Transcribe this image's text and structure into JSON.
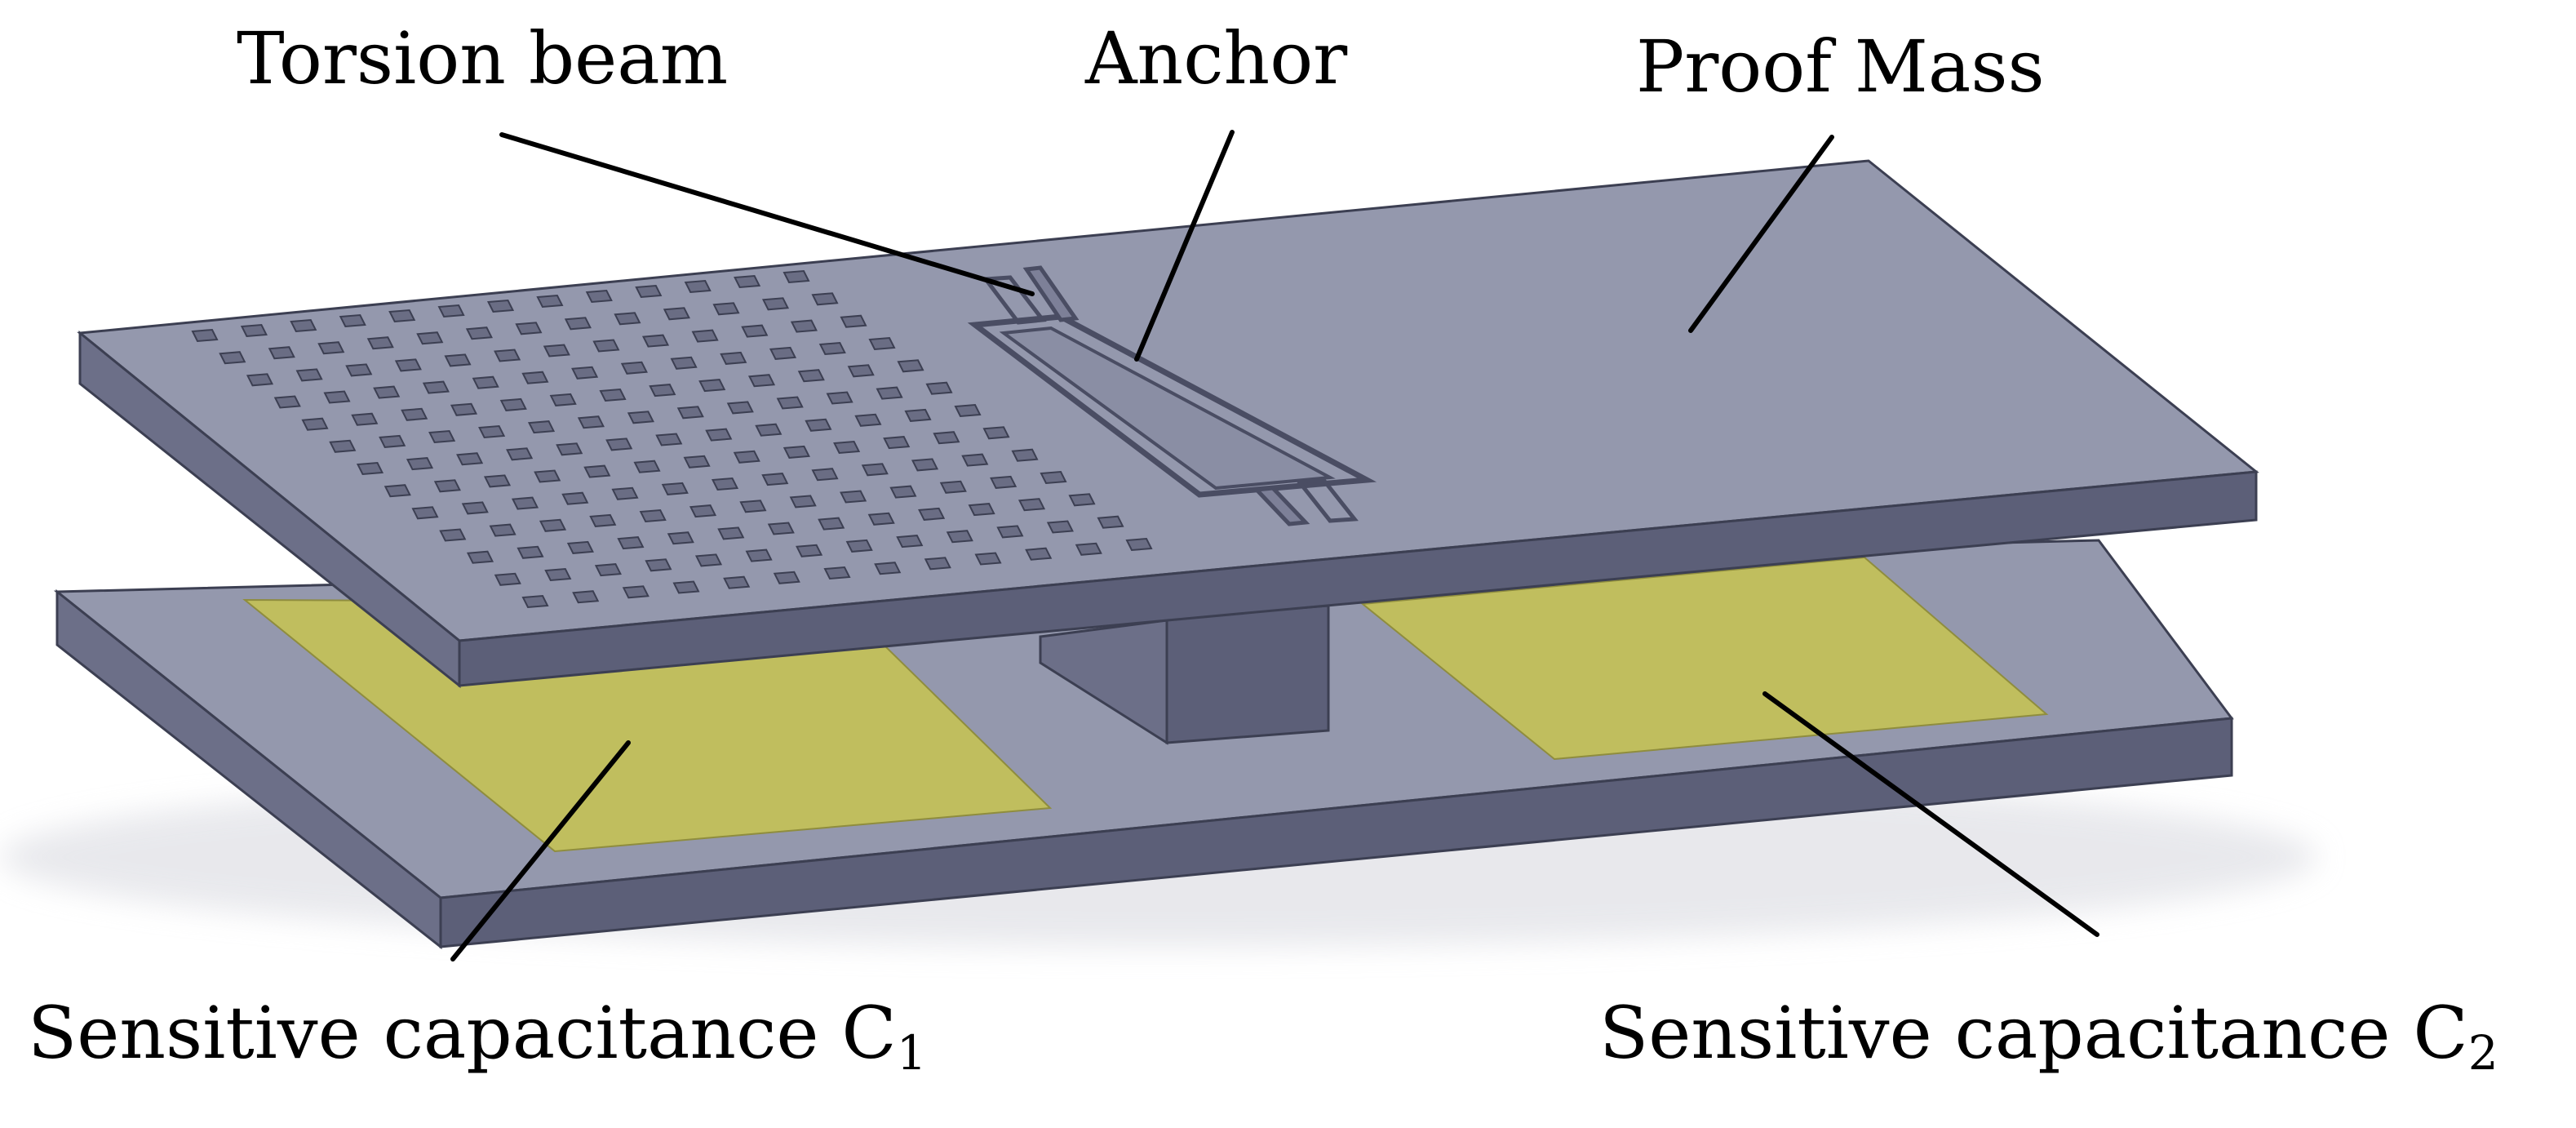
{
  "labels": {
    "torsion_beam": "Torsion beam",
    "anchor": "Anchor",
    "proof_mass": "Proof Mass",
    "capacitance_1": {
      "text": "Sensitive capacitance C",
      "subscript": "1"
    },
    "capacitance_2": {
      "text": "Sensitive capacitance C",
      "subscript": "2"
    }
  },
  "colors": {
    "plate_top": "#9498ad",
    "plate_front": "#5c5f78",
    "plate_side": "#6c6f88",
    "electrode": "#c0be5e",
    "hole": "#6a6d84",
    "leader_line": "#000000"
  },
  "perforations": {
    "rows": 13,
    "cols": 13
  }
}
